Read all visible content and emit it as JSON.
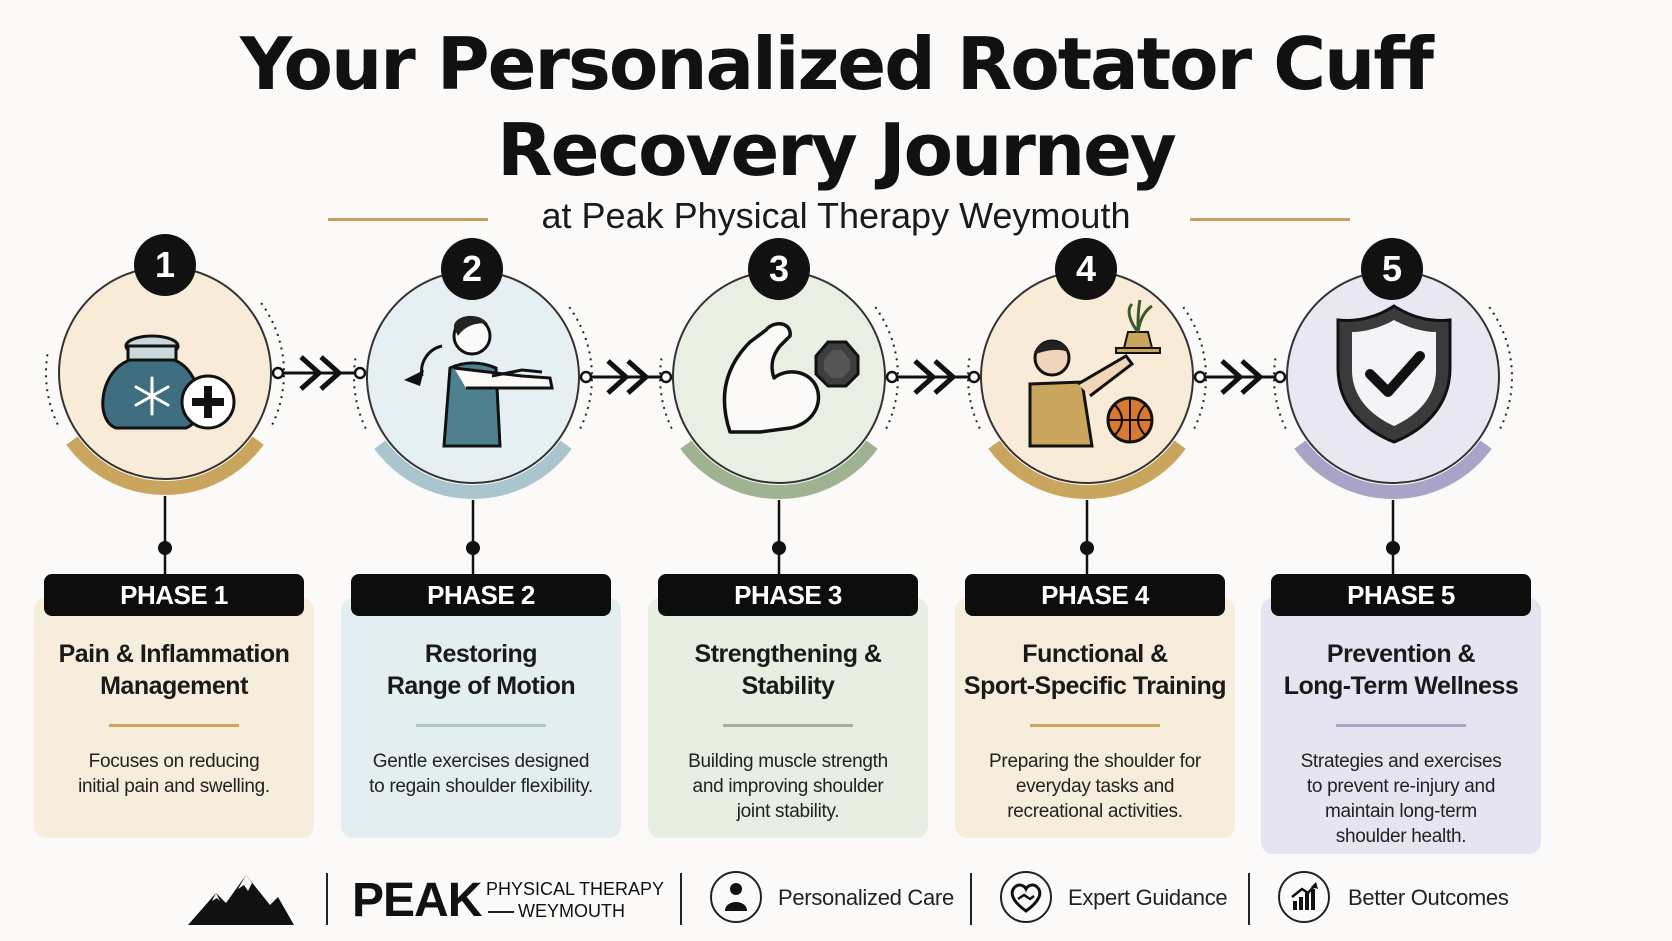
{
  "header": {
    "title_line1": "Your Personalized Rotator Cuff",
    "title_line2": "Recovery Journey",
    "subtitle": "at Peak Physical Therapy Weymouth"
  },
  "phases": [
    {
      "number": "1",
      "label": "PHASE 1",
      "title_line1": "Pain & Inflammation",
      "title_line2": "Management",
      "desc_lines": [
        "Focuses on reducing",
        "initial pain and swelling."
      ],
      "icon": "ice-pack-icon",
      "accent": "#c9a55e",
      "card_bg": "#f6eddc",
      "circle_bg": "#f8ecd9"
    },
    {
      "number": "2",
      "label": "PHASE 2",
      "title_line1": "Restoring",
      "title_line2": "Range of Motion",
      "desc_lines": [
        "Gentle exercises designed",
        "to regain shoulder flexibility."
      ],
      "icon": "shoulder-stretch-icon",
      "accent": "#a9c6cf",
      "card_bg": "#e3eef1",
      "circle_bg": "#e6f0f3"
    },
    {
      "number": "3",
      "label": "PHASE 3",
      "title_line1": "Strengthening &",
      "title_line2": "Stability",
      "desc_lines": [
        "Building muscle strength",
        "and improving shoulder",
        "joint stability."
      ],
      "icon": "flexed-arm-icon",
      "accent": "#9fb292",
      "card_bg": "#e8eee2",
      "circle_bg": "#e9efe3"
    },
    {
      "number": "4",
      "label": "PHASE 4",
      "title_line1": "Functional &",
      "title_line2": "Sport-Specific Training",
      "desc_lines": [
        "Preparing the shoulder for",
        "everyday tasks and",
        "recreational activities."
      ],
      "icon": "reaching-person-icon",
      "accent": "#c9a55e",
      "card_bg": "#f6eddc",
      "circle_bg": "#f8ecd9"
    },
    {
      "number": "5",
      "label": "PHASE 5",
      "title_line1": "Prevention &",
      "title_line2": "Long-Term Wellness",
      "desc_lines": [
        "Strategies and exercises",
        "to prevent re-injury and",
        "maintain long-term",
        "shoulder health."
      ],
      "icon": "shield-check-icon",
      "accent": "#a9a3c8",
      "card_bg": "#e6e4f0",
      "circle_bg": "#e9e7f2"
    }
  ],
  "footer": {
    "brand": "PEAK",
    "brand_sub1": "PHYSICAL THERAPY",
    "brand_sub2": "WEYMOUTH",
    "features": [
      {
        "label": "Personalized Care",
        "icon": "person-icon"
      },
      {
        "label": "Expert Guidance",
        "icon": "heart-handshake-icon"
      },
      {
        "label": "Better Outcomes",
        "icon": "growth-chart-icon"
      }
    ]
  },
  "colors": {
    "accent_gold": "#c2a05a",
    "text_dark": "#111111"
  }
}
